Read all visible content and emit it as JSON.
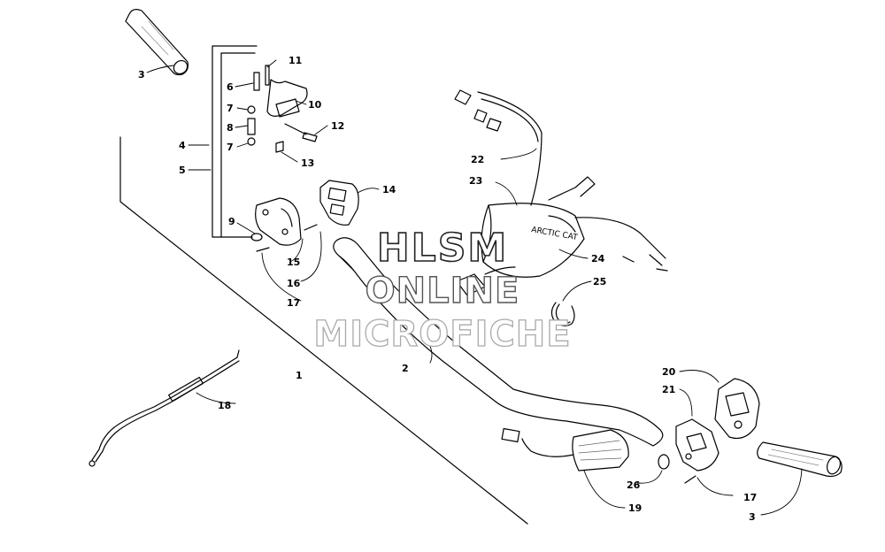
{
  "watermark": {
    "line1": "HLSM",
    "line2": "ONLINE",
    "line3": "MICROFICHE"
  },
  "callouts": {
    "c1": "1",
    "c2": "2",
    "c3a": "3",
    "c3b": "3",
    "c4": "4",
    "c5": "5",
    "c6": "6",
    "c7a": "7",
    "c7b": "7",
    "c8": "8",
    "c9": "9",
    "c10": "10",
    "c11": "11",
    "c12": "12",
    "c13": "13",
    "c14": "14",
    "c15": "15",
    "c16": "16",
    "c17a": "17",
    "c17b": "17",
    "c18": "18",
    "c19": "19",
    "c20": "20",
    "c21": "21",
    "c22": "22",
    "c23": "23",
    "c24": "24",
    "c25": "25",
    "c26": "26"
  },
  "pad_logo_text": "ARCTIC CAT",
  "colors": {
    "line": "#000000",
    "background": "#ffffff"
  }
}
